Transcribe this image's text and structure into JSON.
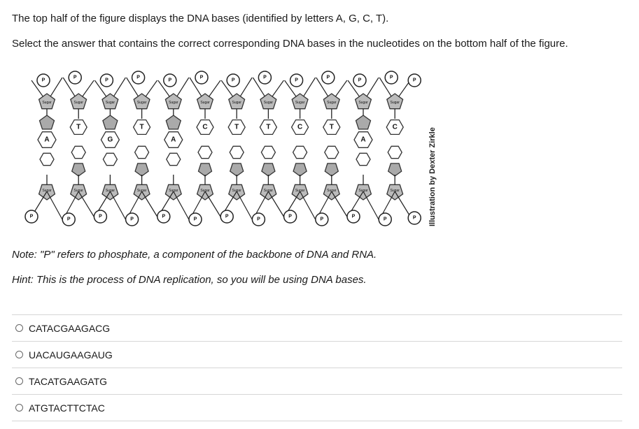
{
  "question": {
    "line1": "The top half of the figure displays the DNA bases (identified by letters A, G, C, T).",
    "line2": "Select the answer that contains the correct corresponding DNA bases in the nucleotides on the bottom half of the figure."
  },
  "figure": {
    "phosphate_label": "P",
    "sugar_label": "Sugar",
    "top_bases": [
      "A",
      "T",
      "G",
      "T",
      "A",
      "C",
      "T",
      "T",
      "C",
      "T",
      "A",
      "C"
    ],
    "credit": "Illustration by Dexter Zirkle"
  },
  "note": "Note: \"P\" refers to phosphate, a component of the backbone of DNA and RNA.",
  "hint": "Hint: This is the process of DNA replication, so you will be using DNA bases.",
  "options": [
    {
      "label": "CATACGAAGACG"
    },
    {
      "label": "UACAUGAAGAUG"
    },
    {
      "label": "TACATGAAGATG"
    },
    {
      "label": "ATGTACTTCTAC"
    }
  ]
}
